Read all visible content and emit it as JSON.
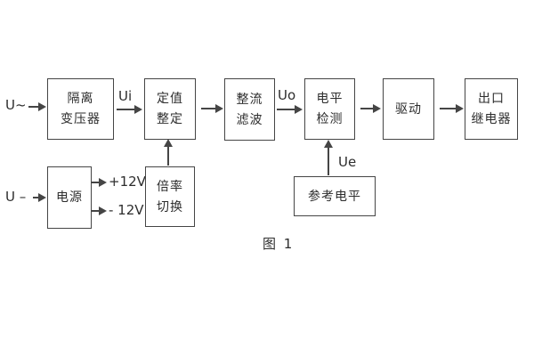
{
  "figure": {
    "caption": "图 1",
    "colors": {
      "line": "#454545",
      "text": "#2d2d2d",
      "background": "#ffffff"
    },
    "inputs": {
      "ac_label": "U~",
      "dc_label": "U –"
    },
    "signal_labels": {
      "ui": "Ui",
      "uo": "Uo",
      "ue": "Ue",
      "plus_12v": "+12V",
      "minus_12v": "- 12V"
    },
    "blocks": {
      "isolation_transformer": {
        "line1": "隔离",
        "line2": "变压器"
      },
      "setting_adjustment": {
        "line1": "定值",
        "line2": "整定"
      },
      "rectifier_filter": {
        "line1": "整流",
        "line2": "滤波"
      },
      "level_detection": {
        "line1": "电平",
        "line2": "检测"
      },
      "driver": {
        "line1": "驱动"
      },
      "output_relay": {
        "line1": "出口",
        "line2": "继电器"
      },
      "power_supply": {
        "line1": "电源"
      },
      "ratio_switch": {
        "line1": "倍率",
        "line2": "切换"
      },
      "reference_level": {
        "line1": "参考电平"
      }
    }
  }
}
